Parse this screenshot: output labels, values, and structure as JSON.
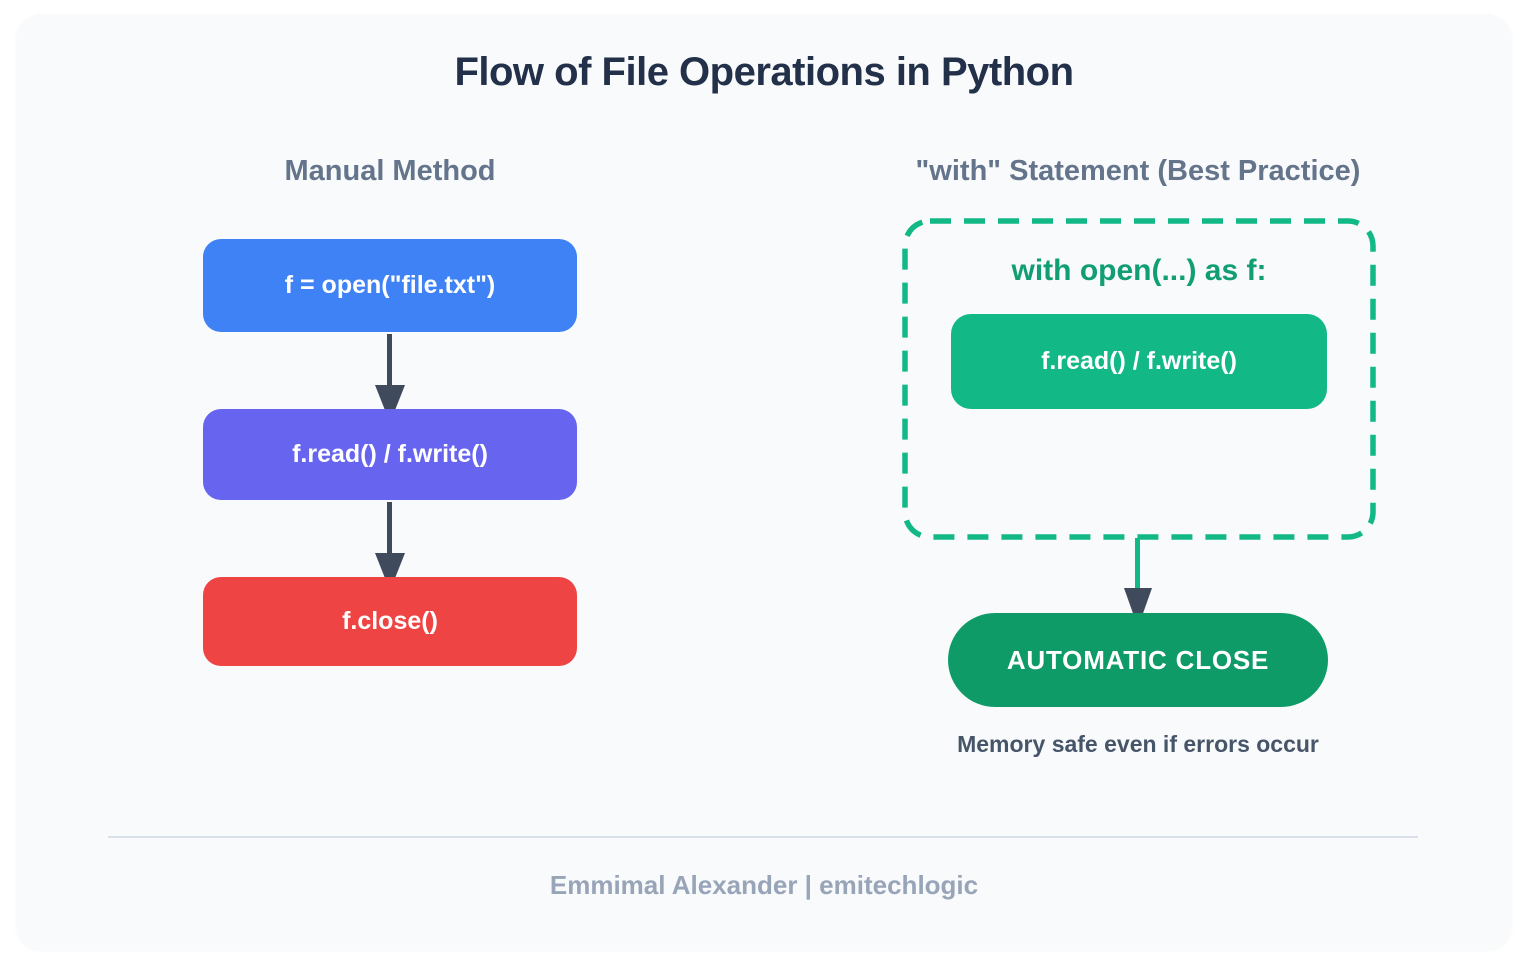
{
  "title": "Flow of File Operations in Python",
  "columns": {
    "manual": {
      "header": "Manual Method",
      "steps": [
        {
          "label": "f = open(\"file.txt\")",
          "color": "#3e82f5"
        },
        {
          "label": "f.read() / f.write()",
          "color": "#6764f0"
        },
        {
          "label": "f.close()",
          "color": "#ee4444"
        }
      ]
    },
    "with": {
      "header": "\"with\" Statement (Best Practice)",
      "block_label": "with open(...) as f:",
      "inner_step": {
        "label": "f.read() / f.write()",
        "color": "#12b886"
      },
      "result": {
        "label": "AUTOMATIC CLOSE",
        "color": "#0e9b68"
      },
      "caption": "Memory safe even if errors occur"
    }
  },
  "footer": {
    "credit": "Emmimal Alexander | emitechlogic"
  },
  "colors": {
    "card_background": "#f8fafc",
    "heading": "#233049",
    "subheading": "#64748b",
    "arrow": "#3f4b5d",
    "green_border": "#12b886",
    "green_text": "#109e72",
    "caption_text": "#475569",
    "credit_text": "#98a4b8",
    "divider": "#d9e0ea"
  }
}
